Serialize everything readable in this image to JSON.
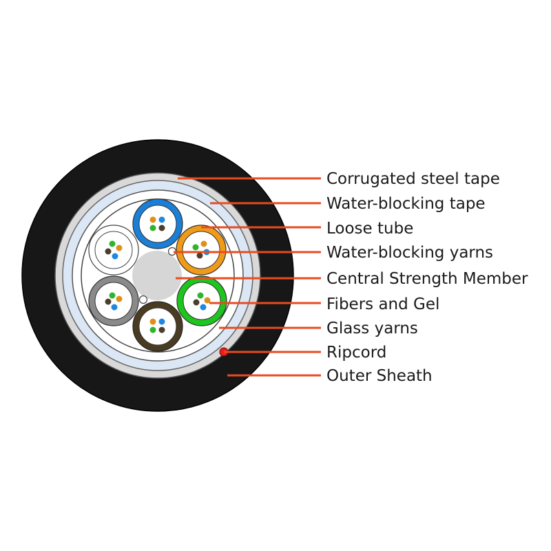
{
  "labels": [
    "Corrugated steel tape",
    "Water-blocking tape",
    "Loose tube",
    "Water-blocking yarns",
    "Central Strength Member",
    "Fibers and Gel",
    "Glass yarns",
    "Ripcord",
    "Outer Sheath"
  ],
  "colors": {
    "outer_sheath": "#171717",
    "steel_tape": "#d9d9d9",
    "water_blocking_tape": "#dbe7f5",
    "strength_member": "#d6d6d6",
    "leader": "#ea4a1e",
    "ripcord": "#ee1c1c",
    "tube_white": "#ffffff",
    "tube_blue": "#1a7fd6",
    "tube_orange": "#f09a1a",
    "tube_green": "#1ec51e",
    "tube_brown": "#4a3c22",
    "tube_grey": "#8a8a8a",
    "fiber_green": "#2db52d",
    "fiber_orange": "#e0901a",
    "fiber_blue": "#1e88e0",
    "fiber_brown": "#4a3f2e"
  },
  "loose_tubes": [
    {
      "name": "loose-tube-blue",
      "color": "tube_blue"
    },
    {
      "name": "loose-tube-orange",
      "color": "tube_orange"
    },
    {
      "name": "loose-tube-green",
      "color": "tube_green"
    },
    {
      "name": "loose-tube-brown",
      "color": "tube_brown"
    },
    {
      "name": "loose-tube-grey",
      "color": "tube_grey"
    },
    {
      "name": "loose-tube-white",
      "color": "tube_white"
    }
  ]
}
